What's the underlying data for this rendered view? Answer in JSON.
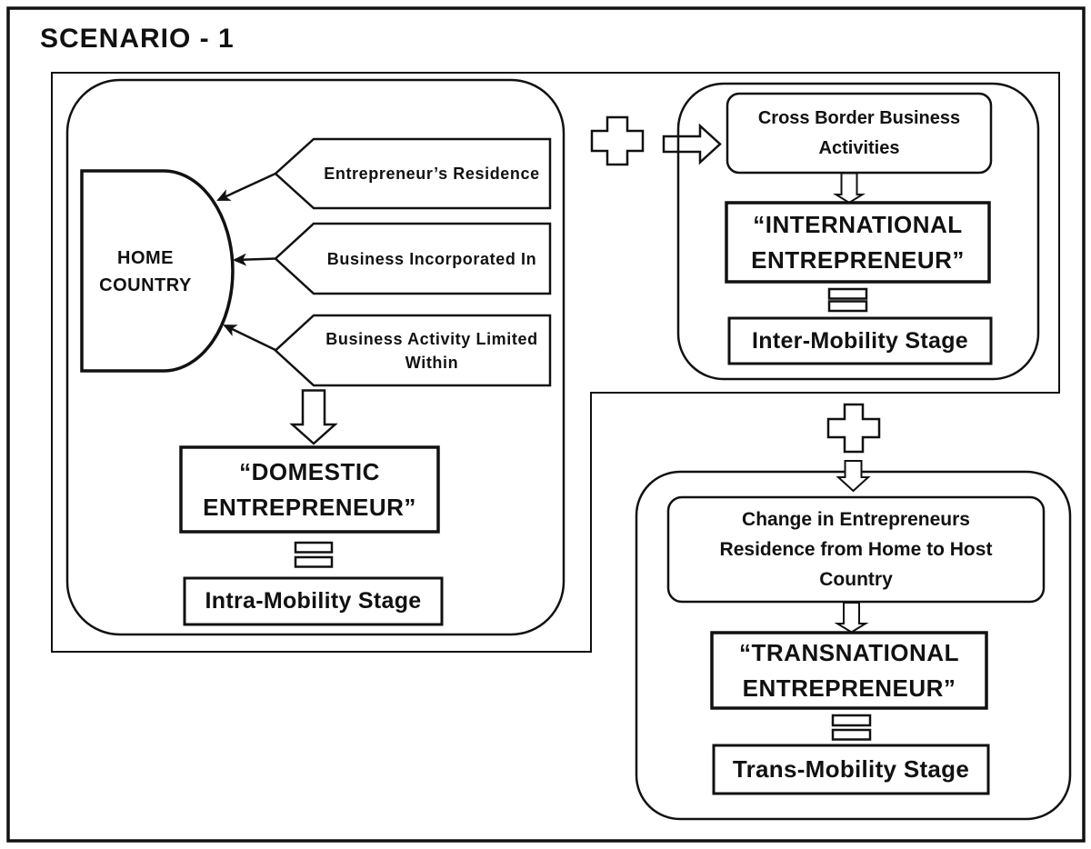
{
  "title": "SCENARIO - 1",
  "colors": {
    "ink": "#111111",
    "background": "#ffffff"
  },
  "domestic": {
    "country": {
      "lines": [
        "HOME",
        "COUNTRY"
      ]
    },
    "factors": [
      {
        "lines": [
          "Entrepreneur’s Residence",
          ""
        ]
      },
      {
        "lines": [
          "Business Incorporated In",
          ""
        ]
      },
      {
        "lines": [
          "Business Activity Limited",
          "Within"
        ]
      }
    ],
    "entrepreneur": {
      "lines": [
        "“DOMESTIC",
        "ENTREPRENEUR”"
      ]
    },
    "stage": "Intra-Mobility Stage"
  },
  "international": {
    "trigger": {
      "lines": [
        "Cross Border Business",
        "Activities"
      ]
    },
    "entrepreneur": {
      "lines": [
        "“INTERNATIONAL",
        "ENTREPRENEUR”"
      ]
    },
    "stage": "Inter-Mobility Stage"
  },
  "transnational": {
    "trigger": {
      "lines": [
        "Change in Entrepreneurs",
        "Residence from Home to Host",
        "Country"
      ]
    },
    "entrepreneur": {
      "lines": [
        "“TRANSNATIONAL",
        "ENTREPRENEUR”"
      ]
    },
    "stage": "Trans-Mobility Stage"
  },
  "icons": {
    "plus_international": "plus",
    "plus_transnational": "plus",
    "arrow_to_international": "block-arrow-right",
    "arrow_to_domestic": "block-arrow-down",
    "arrow_to_international_result": "block-arrow-down",
    "arrow_to_transnational": "block-arrow-down",
    "arrow_to_transnational_result": "block-arrow-down",
    "equals_domestic": "equals",
    "equals_international": "equals",
    "equals_transnational": "equals",
    "factor_arrows": "thin-arrow-left"
  }
}
